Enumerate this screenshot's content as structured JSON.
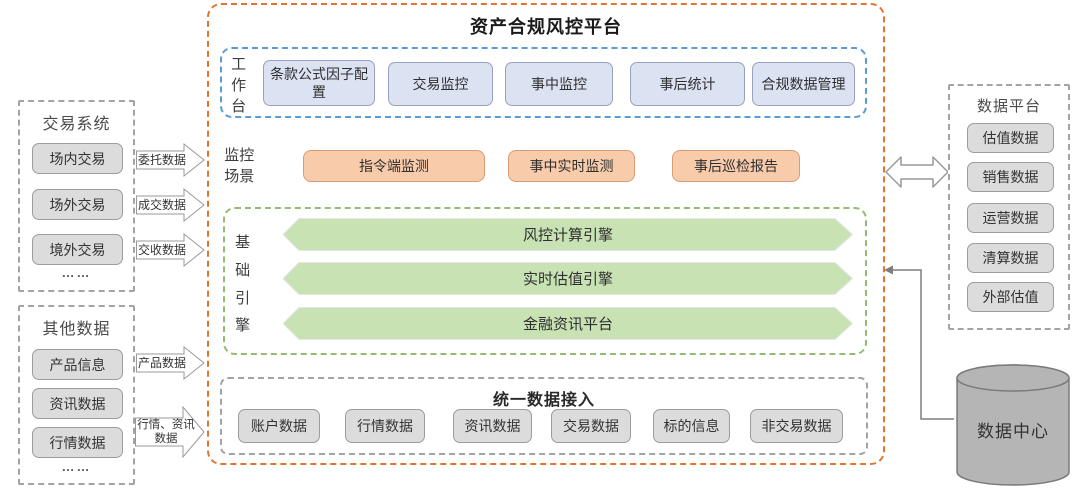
{
  "platform": {
    "title": "资产合规风控平台",
    "workbench": {
      "label": "工作台",
      "items": [
        "条款公式因子配置",
        "交易监控",
        "事中监控",
        "事后统计",
        "合规数据管理"
      ]
    },
    "monitoring": {
      "label": "监控场景",
      "items": [
        "指令端监测",
        "事中实时监测",
        "事后巡检报告"
      ]
    },
    "engines": {
      "label": "基础引擎",
      "items": [
        "风控计算引擎",
        "实时估值引擎",
        "金融资讯平台"
      ]
    },
    "data_access": {
      "title": "统一数据接入",
      "items": [
        "账户数据",
        "行情数据",
        "资讯数据",
        "交易数据",
        "标的信息",
        "非交易数据"
      ]
    }
  },
  "trading_system": {
    "title": "交易系统",
    "items": [
      "场内交易",
      "场外交易",
      "境外交易"
    ],
    "ellipsis": "……"
  },
  "other_data": {
    "title": "其他数据",
    "items": [
      "产品信息",
      "资讯数据",
      "行情数据"
    ],
    "ellipsis": "……"
  },
  "flows": {
    "trading": [
      "委托数据",
      "成交数据",
      "交收数据"
    ],
    "other": [
      "产品数据",
      "行情、资讯\n数据"
    ]
  },
  "data_platform": {
    "title": "数据平台",
    "items": [
      "估值数据",
      "销售数据",
      "运营数据",
      "清算数据",
      "外部估值"
    ]
  },
  "data_center": {
    "label": "数据中心"
  },
  "colors": {
    "platform_border": "#e4742e",
    "workbench_border": "#5b9bd5",
    "workbench_fill": "#dbe2f2",
    "scenario_fill": "#f8cbab",
    "scenario_border": "#d99c72",
    "engine_fill": "#c8e2b4",
    "engines_border": "#95bb72",
    "gray_fill": "#dcdcdc",
    "gray_border": "#9c9c9c",
    "cylinder_fill": "#b5b5b5"
  }
}
